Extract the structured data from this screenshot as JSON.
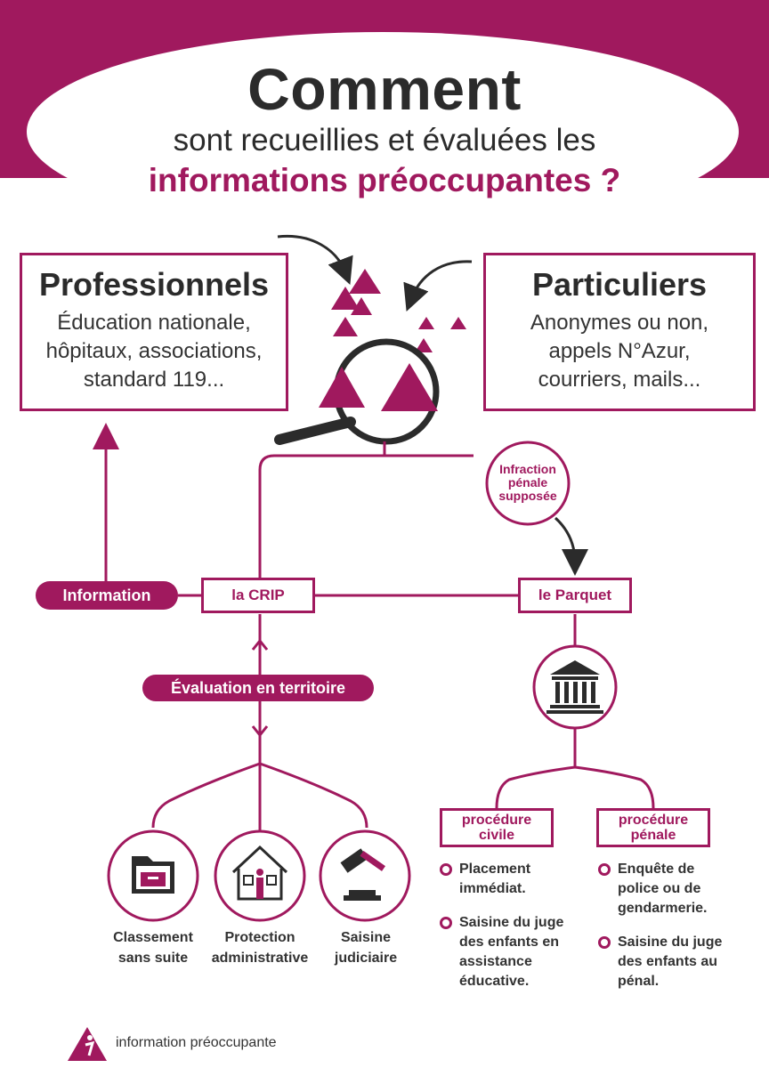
{
  "title": {
    "main": "Comment",
    "sub": "sont recueillies et évaluées les",
    "accent": "informations préoccupantes ?"
  },
  "sources": {
    "professionnels": {
      "heading": "Professionnels",
      "lines": [
        "Éducation nationale,",
        "hôpitaux, associations,",
        "standard 119..."
      ]
    },
    "particuliers": {
      "heading": "Particuliers",
      "lines": [
        "Anonymes ou non,",
        "appels N°Azur,",
        "courriers, mails..."
      ]
    }
  },
  "flow": {
    "infraction": [
      "Infraction",
      "pénale",
      "supposée"
    ],
    "information": "Information",
    "crip": "la CRIP",
    "parquet": "le Parquet",
    "evaluation": "Évaluation en territoire"
  },
  "outcomes": [
    {
      "icon": "folder-icon",
      "lines": [
        "Classement",
        "sans suite"
      ]
    },
    {
      "icon": "house-icon",
      "lines": [
        "Protection",
        "administrative"
      ]
    },
    {
      "icon": "gavel-icon",
      "lines": [
        "Saisine",
        "judiciaire"
      ]
    }
  ],
  "procedures": {
    "civile": {
      "label": [
        "procédure",
        "civile"
      ],
      "items": [
        [
          "Placement",
          "immédiat."
        ],
        [
          "Saisine du juge",
          "des enfants en",
          "assistance",
          "éducative."
        ]
      ]
    },
    "penale": {
      "label": [
        "procédure",
        "pénale"
      ],
      "items": [
        [
          "Enquête de",
          "police ou de",
          "gendarmerie."
        ],
        [
          "Saisine du juge",
          "des enfants au",
          "pénal."
        ]
      ]
    }
  },
  "legend": {
    "icon": "information-preoccupante-icon",
    "text": "information préoccupante"
  },
  "colors": {
    "accent": "#a0195e",
    "text": "#2b2b2b",
    "background": "#ffffff"
  }
}
